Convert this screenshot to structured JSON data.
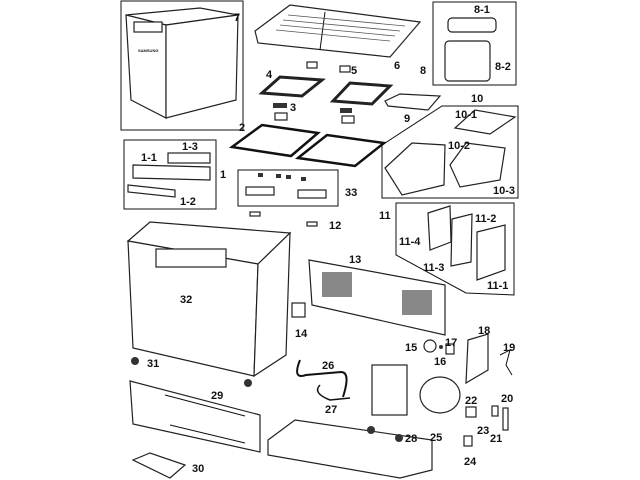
{
  "diagram": {
    "type": "exploded parts diagram",
    "brand_mark": "SAMSUNG",
    "labels": [
      "7",
      "6",
      "5",
      "4",
      "3",
      "2",
      "9",
      "8-1",
      "8",
      "8-2",
      "10",
      "10-1",
      "10-2",
      "10-3",
      "1-3",
      "1-1",
      "1",
      "1-2",
      "33",
      "12",
      "11",
      "11-2",
      "11-4",
      "11-3",
      "11-1",
      "13",
      "32",
      "14",
      "15",
      "16",
      "17",
      "18",
      "19",
      "26",
      "31",
      "29",
      "27",
      "22",
      "20",
      "25",
      "23",
      "21",
      "28",
      "24",
      "30"
    ]
  }
}
